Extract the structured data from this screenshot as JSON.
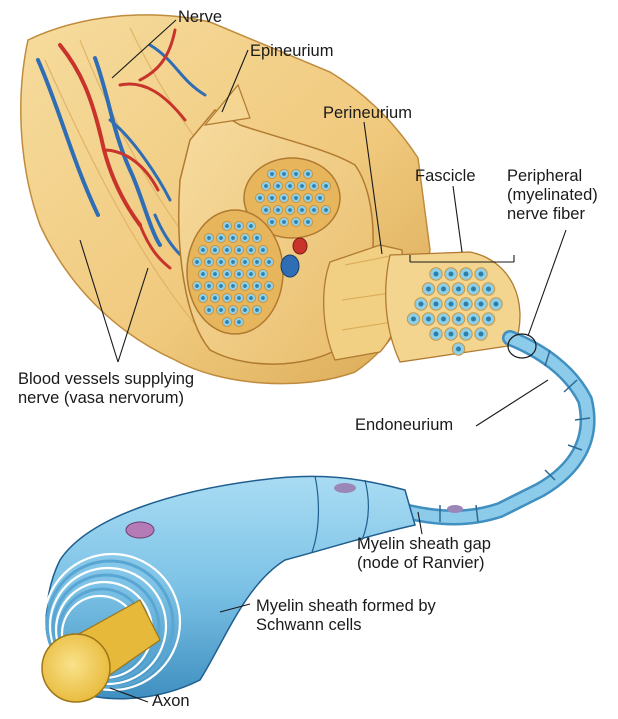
{
  "labels": {
    "nerve": "Nerve",
    "epineurium": "Epineurium",
    "perineurium": "Perineurium",
    "fascicle": "Fascicle",
    "peripheral": [
      "Peripheral",
      "(myelinated)",
      "nerve fiber"
    ],
    "blood_vessels": [
      "Blood vessels supplying",
      "nerve (vasa nervorum)"
    ],
    "endoneurium": "Endoneurium",
    "node": [
      "Myelin sheath gap",
      "(node of Ranvier)"
    ],
    "myelin": [
      "Myelin sheath formed by",
      "Schwann cells"
    ],
    "axon": "Axon"
  },
  "colors": {
    "nerve_tissue": "#f2d08a",
    "tissue_shadow": "#d8a955",
    "artery": "#c8342c",
    "vein": "#2f6db5",
    "myelin": "#7fc4e6",
    "axon": "#f3cf55",
    "schwann_nucleus": "#b47bb6"
  }
}
